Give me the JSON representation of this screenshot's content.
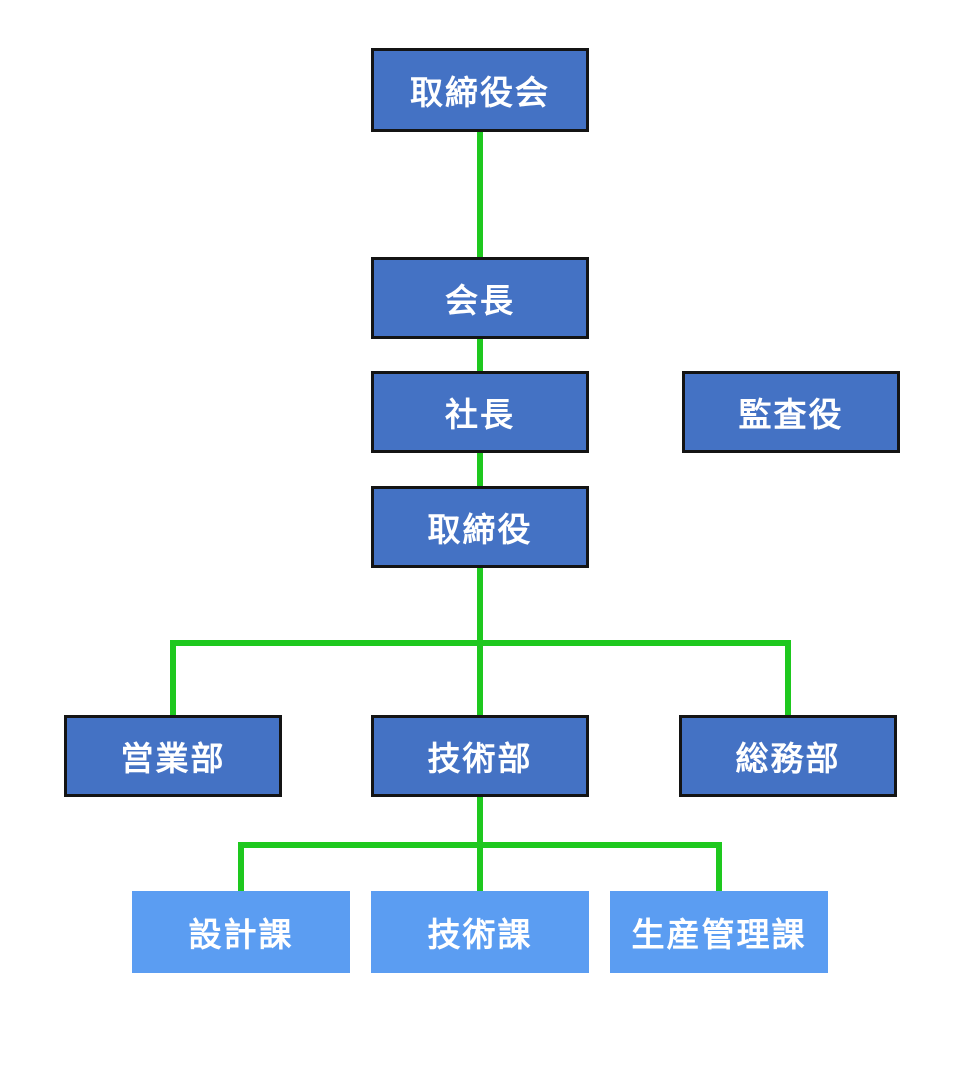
{
  "colors": {
    "background": "#FFFFFF",
    "node_fill_dark": "#4472C4",
    "node_fill_light": "#5B9DF2",
    "node_border": "#141414",
    "node_text": "#FFFFFF",
    "connector": "#1EC81E"
  },
  "org_chart": {
    "type": "org-hierarchy",
    "nodes": [
      {
        "id": "board",
        "label": "取締役会",
        "level": 1,
        "style": "dark"
      },
      {
        "id": "chairman",
        "label": "会長",
        "level": 2,
        "style": "dark"
      },
      {
        "id": "president",
        "label": "社長",
        "level": 3,
        "style": "dark"
      },
      {
        "id": "auditor",
        "label": "監査役",
        "level": 3,
        "style": "dark"
      },
      {
        "id": "director",
        "label": "取締役",
        "level": 4,
        "style": "dark"
      },
      {
        "id": "sales-dept",
        "label": "営業部",
        "level": 5,
        "style": "dark"
      },
      {
        "id": "engineering-dept",
        "label": "技術部",
        "level": 5,
        "style": "dark"
      },
      {
        "id": "general-affairs-dept",
        "label": "総務部",
        "level": 5,
        "style": "dark"
      },
      {
        "id": "design-section",
        "label": "設計課",
        "level": 6,
        "style": "light"
      },
      {
        "id": "engineering-section",
        "label": "技術課",
        "level": 6,
        "style": "light"
      },
      {
        "id": "production-control-section",
        "label": "生産管理課",
        "level": 6,
        "style": "light"
      }
    ],
    "edges": [
      {
        "from": "取締役会",
        "to": "会長"
      },
      {
        "from": "会長",
        "to": "社長"
      },
      {
        "from": "社長",
        "to": "取締役"
      },
      {
        "from": "取締役",
        "to": "営業部"
      },
      {
        "from": "取締役",
        "to": "技術部"
      },
      {
        "from": "取締役",
        "to": "総務部"
      },
      {
        "from": "技術部",
        "to": "設計課"
      },
      {
        "from": "技術部",
        "to": "技術課"
      },
      {
        "from": "技術部",
        "to": "生産管理課"
      }
    ]
  }
}
